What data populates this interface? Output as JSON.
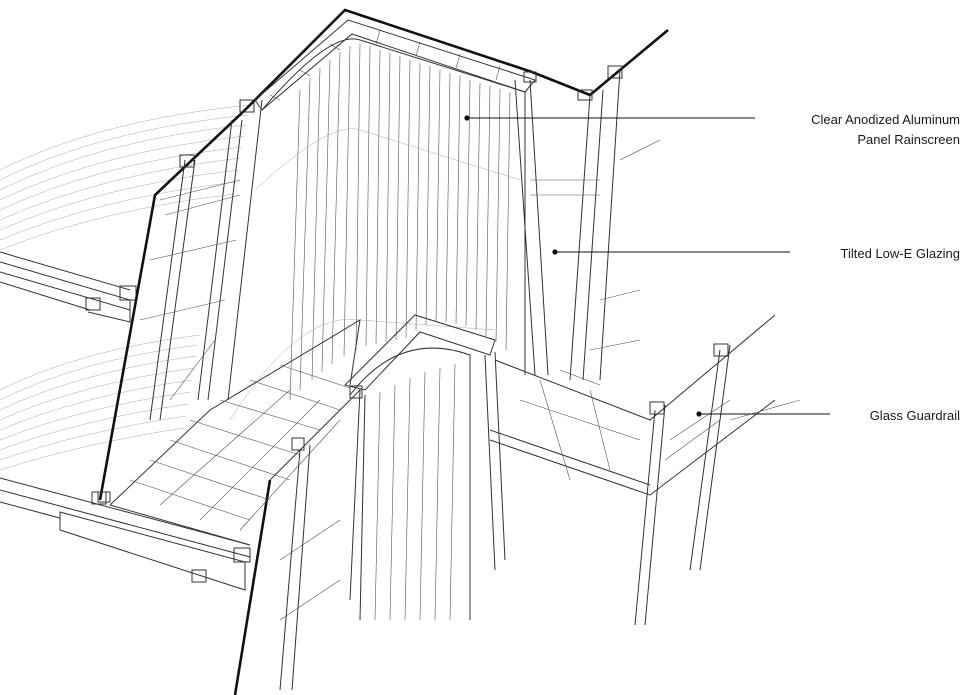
{
  "callouts": [
    {
      "id": "rainscreen",
      "lines": [
        "Clear Anodized Aluminum",
        "Panel Rainscreen"
      ]
    },
    {
      "id": "glazing",
      "lines": [
        "Tilted Low-E Glazing"
      ]
    },
    {
      "id": "guardrail",
      "lines": [
        "Glass Guardrail"
      ]
    }
  ],
  "colors": {
    "line": "#111111",
    "background": "#ffffff"
  }
}
